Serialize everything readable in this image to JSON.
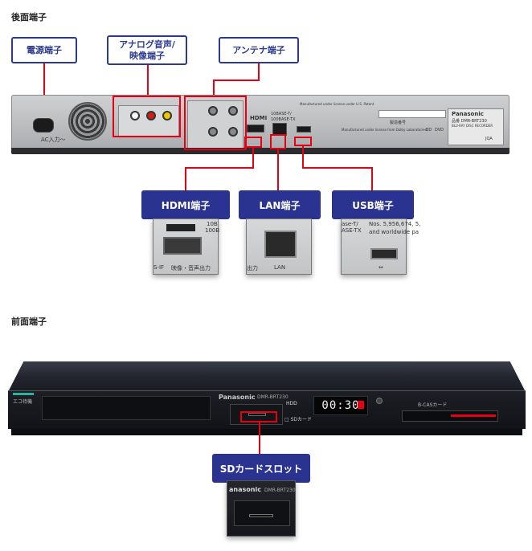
{
  "rear_section": {
    "title": "後面端子",
    "labels": {
      "power": "電源端子",
      "av_line1": "アナログ音声/",
      "av_line2": "映像端子",
      "antenna": "アンテナ端子"
    },
    "callouts": {
      "hdmi": "HDMI端子",
      "lan": "LAN端子",
      "usb": "USB端子"
    },
    "panel_text": {
      "ac_in": "AC入力～",
      "hdmi_logo": "HDMI",
      "lan_spec_1": "10BASE-T/",
      "lan_spec_2": "100BASE-TX",
      "usb_symbol": "⇔",
      "brand": "Panasonic",
      "model": "品番 DMR-BRT230",
      "product": "BLU-RAY DISC RECORDER",
      "bd": "BD",
      "dvd": "DVD",
      "jqa": "JQA",
      "dolby_note": "Manufactured under license from Dolby Laboratories.",
      "patent_note": "Manufactured under license under U.S. Patent",
      "serial_label": "製造番号"
    },
    "zoom_text": {
      "hdmi_left_1": "S-IF",
      "hdmi_left_2": "映像・音声出力",
      "lan_bottom": "LAN",
      "lan_left": "出力",
      "usb_top_1": "ase-T/",
      "usb_top_2": "ASE-TX",
      "usb_top_3": "Nos. 5,956,674, 5,",
      "usb_top_4": "and worldwide pa",
      "hdmi_top_1": "10B",
      "hdmi_top_2": "100B"
    }
  },
  "front_section": {
    "title": "前面端子",
    "callout": "SDカードスロット",
    "brand": "Panasonic",
    "model": "DMR-BRT230",
    "display_time": "00:30",
    "hdd": "HDD",
    "sd_card": "□ SDカード",
    "bcas": "B-CASカード",
    "eco": "エコ待機",
    "zoom_brand": "anasonic",
    "zoom_model": "DMR-BRT230"
  }
}
